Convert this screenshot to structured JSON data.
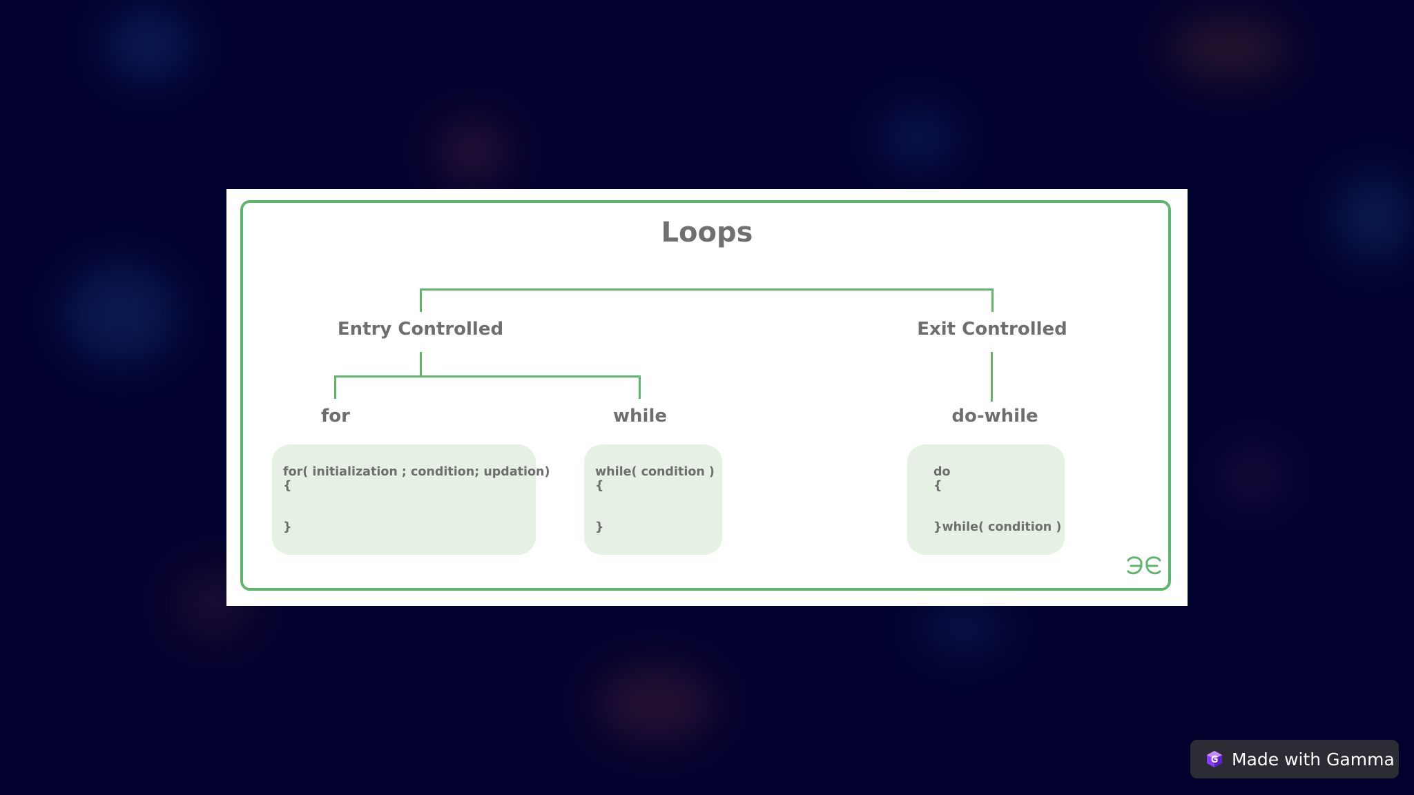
{
  "slide": {
    "title": "Loops",
    "categories": [
      {
        "label": "Entry Controlled"
      },
      {
        "label": "Exit Controlled"
      }
    ],
    "loops": [
      {
        "label": "for",
        "code": "for( initialization ; condition; updation)\n{\n\n\n}"
      },
      {
        "label": "while",
        "code": "while( condition )\n{\n\n\n}"
      },
      {
        "label": "do-while",
        "code": "do\n{\n\n\n}while( condition )"
      }
    ],
    "logo_icon": "gfg-logo-icon",
    "accent_color": "#5eb56b"
  },
  "badge": {
    "label": "Made with Gamma",
    "icon": "gamma-logo-icon"
  }
}
